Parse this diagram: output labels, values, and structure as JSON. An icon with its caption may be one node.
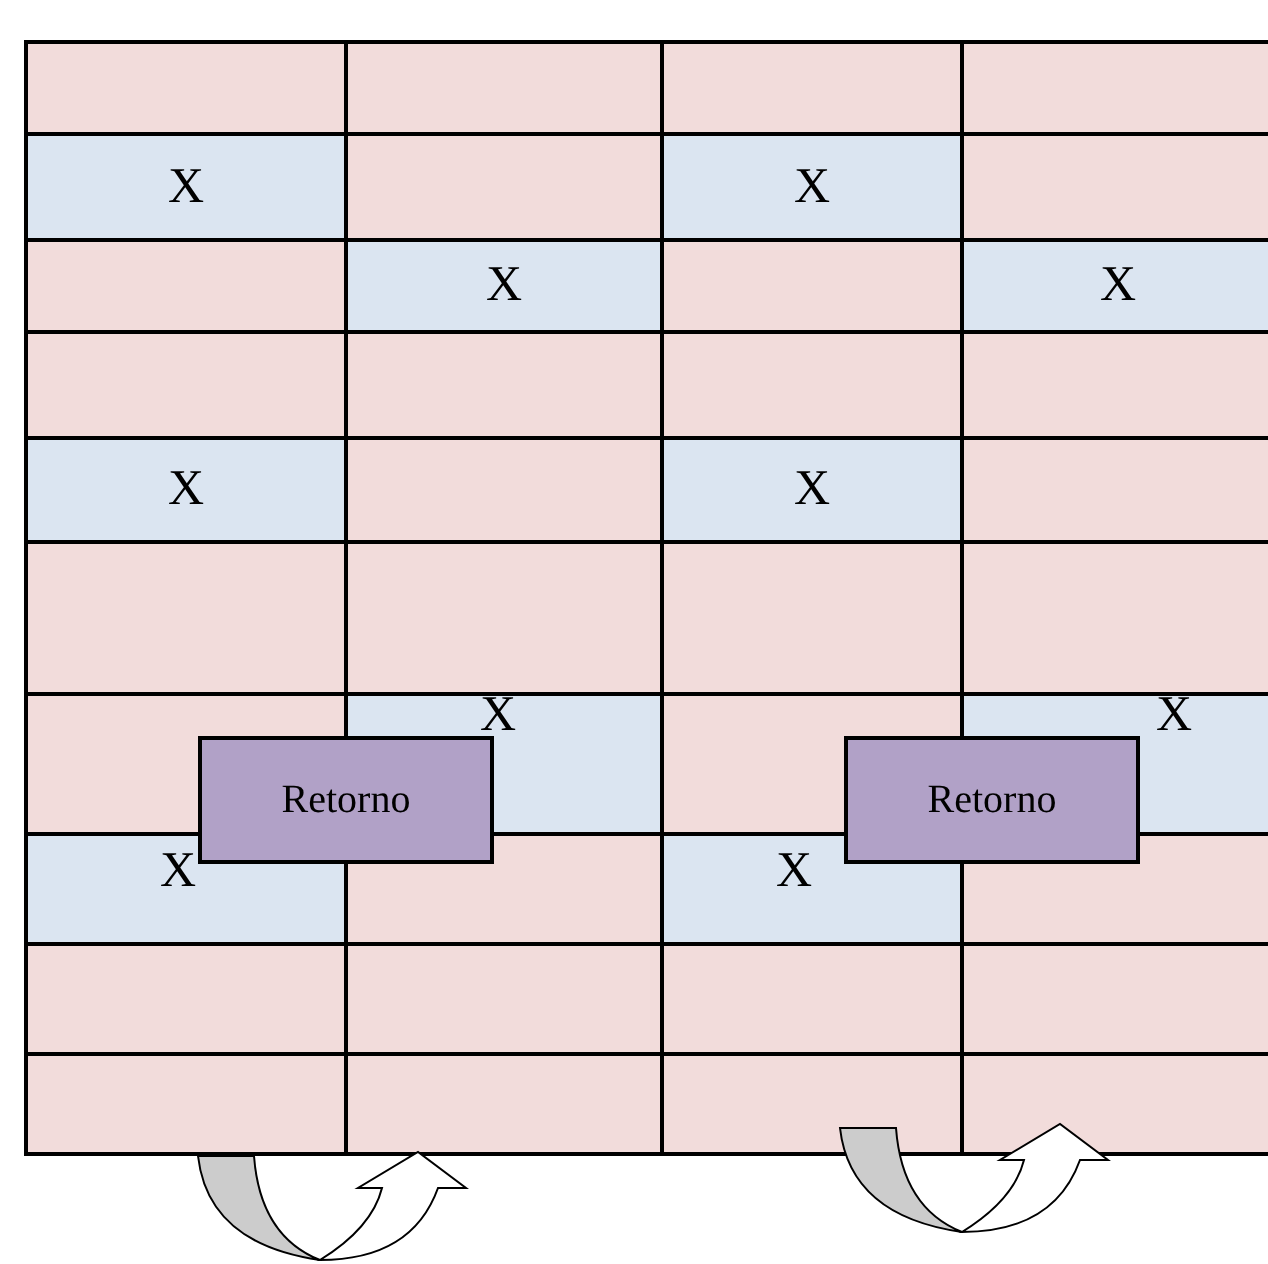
{
  "diagram": {
    "nodes": [
      {
        "text": [
          "Retorno"
        ]
      },
      {
        "text": [
          "Retorno"
        ]
      }
    ],
    "labels": [
      "X",
      "X",
      "X",
      "X",
      "X",
      "X",
      "X",
      "X",
      "X",
      "X"
    ]
  }
}
